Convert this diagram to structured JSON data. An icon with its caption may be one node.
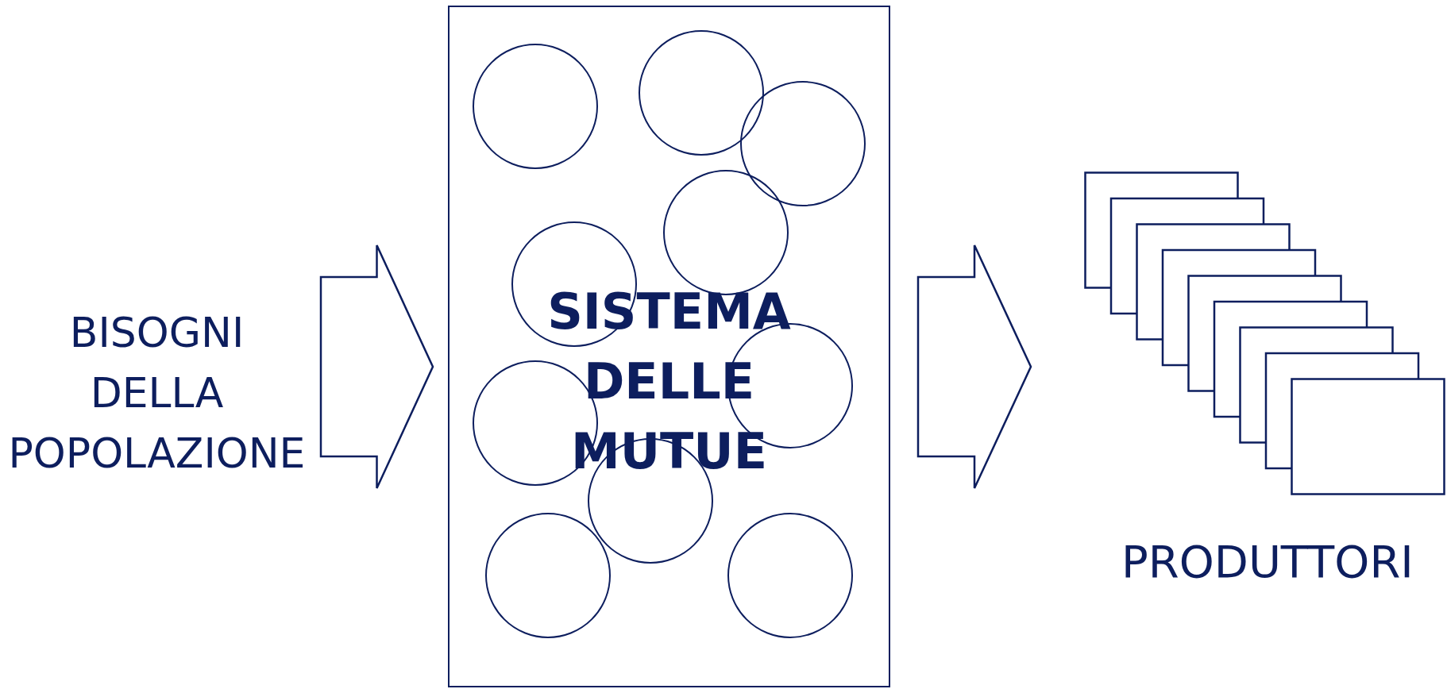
{
  "diagram": {
    "nodes": [
      {
        "text": [
          "BISOGNI DELLA POPOLAZIONE"
        ]
      },
      {
        "text": [
          "SISTEMA DELLE MUTUE"
        ]
      },
      {
        "text": [],
        "shape": "circle",
        "in": 1
      },
      {
        "text": [],
        "shape": "circle",
        "in": 1
      },
      {
        "text": [],
        "shape": "circle",
        "in": 1
      },
      {
        "text": [],
        "shape": "circle",
        "in": 1
      },
      {
        "text": [],
        "shape": "circle",
        "in": 1
      },
      {
        "text": [],
        "shape": "circle",
        "in": 1
      },
      {
        "text": [],
        "shape": "circle",
        "in": 1
      },
      {
        "text": [],
        "shape": "circle",
        "in": 1
      },
      {
        "text": [],
        "shape": "circle",
        "in": 1
      },
      {
        "text": [],
        "shape": "circle",
        "in": 1
      },
      {
        "text": [],
        "shape": "box"
      }
    ],
    "edges": [
      {
        "from": 0,
        "to": 1,
        "arrow": "to"
      },
      {
        "from": 1,
        "to": 12,
        "arrow": "to"
      }
    ],
    "labels": [
      "PRODUTTORI"
    ]
  }
}
